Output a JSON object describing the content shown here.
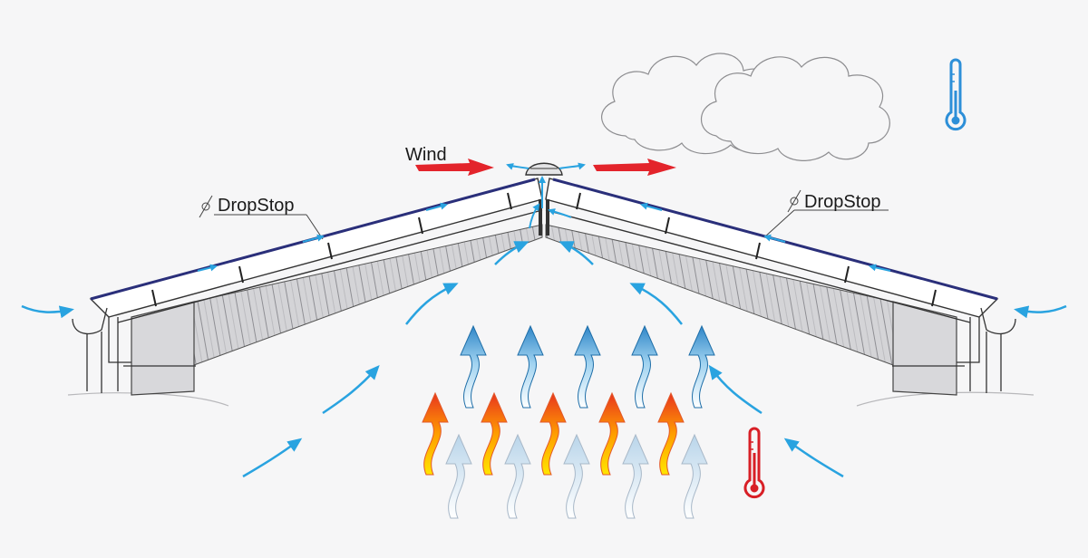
{
  "labels": {
    "wind": "Wind",
    "dropstop_left": "DropStop",
    "dropstop_right": "DropStop"
  },
  "colors": {
    "background": "#f6f6f7",
    "wind_arrow": "#e3242b",
    "air_flow": "#29a3e0",
    "cold_thermometer": "#2d8fd8",
    "warm_thermometer": "#d81f26",
    "roof_outline": "#333333",
    "insulation": "#cfcfd2",
    "membrane": "#2a2f7a"
  },
  "icons": {
    "cold": "thermometer-cold-icon",
    "warm": "thermometer-warm-icon",
    "cloud": "cloud-icon",
    "dropstop": "dropstop-logo-icon"
  }
}
